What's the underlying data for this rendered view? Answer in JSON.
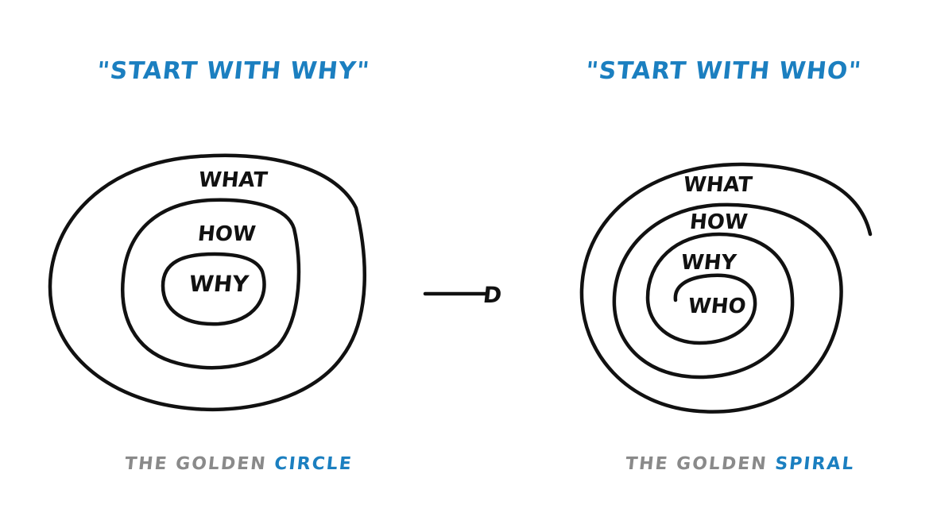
{
  "left_diagram": {
    "title": "\"START WITH WHY\"",
    "rings": [
      "WHAT",
      "HOW",
      "WHY"
    ],
    "caption_prefix": "THE GOLDEN",
    "caption_highlight": "CIRCLE"
  },
  "right_diagram": {
    "title": "\"START WITH WHO\"",
    "rings": [
      "WHAT",
      "HOW",
      "WHY",
      "WHO"
    ],
    "caption_prefix": "THE GOLDEN",
    "caption_highlight": "SPIRAL"
  },
  "arrow_head": "D",
  "colors": {
    "title_blue": "#1b7fc0",
    "caption_gray": "#8a8a8a",
    "ink": "#111111"
  }
}
